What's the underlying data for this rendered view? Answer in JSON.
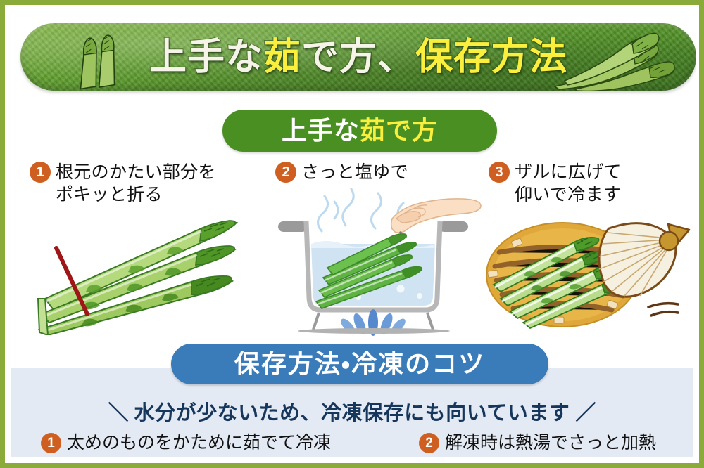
{
  "frame": {
    "border_color": "#8aab3a",
    "background": "#ffffff"
  },
  "banner": {
    "title_parts": [
      {
        "text": "上手な",
        "color": "#f6f4e8"
      },
      {
        "text": "茹",
        "color": "#fbef3e"
      },
      {
        "text": "で方、",
        "color": "#f6f4e8"
      },
      {
        "text": "保存方法",
        "color": "#fbef3e"
      }
    ],
    "full_title": "上手な茹で方、保存方法",
    "background_color": "#5d9c2c",
    "decoration_left": "asparagus-illustration",
    "decoration_right": "asparagus-illustration"
  },
  "boil_section": {
    "header_parts": [
      {
        "text": "上手な",
        "color": "#ffffff"
      },
      {
        "text": "茹で方",
        "color": "#fbef3e"
      }
    ],
    "header_full": "上手な茹で方",
    "header_background": "#4a8f22",
    "badge_color": "#cf5f20",
    "steps": [
      {
        "number": "1",
        "lines": [
          "根元のかたい部分を",
          "ポキッと折る"
        ],
        "illustration": "asparagus-spears-with-cut-line"
      },
      {
        "number": "2",
        "lines": [
          "さっと塩ゆで"
        ],
        "illustration": "pot-boiling-with-hand-sprinkling-salt"
      },
      {
        "number": "3",
        "lines": [
          "ザルに広げて",
          "仰いで冷ます"
        ],
        "illustration": "bamboo-strainer-with-fan"
      }
    ]
  },
  "storage_section": {
    "header": "保存方法・冷凍のコツ",
    "header_background": "#3a7cba",
    "header_text_color": "#ffffff",
    "panel_background": "#e3eaf4",
    "lead_text": "水分が少ないため、冷凍保存にも向いています",
    "lead_color": "#16365c",
    "lead_slash_left": "＼",
    "lead_slash_right": "／",
    "tips": [
      {
        "number": "1",
        "text": "太めのものをかために茹でて冷凍"
      },
      {
        "number": "2",
        "text": "解凍時は熱湯でさっと加熱"
      }
    ]
  }
}
